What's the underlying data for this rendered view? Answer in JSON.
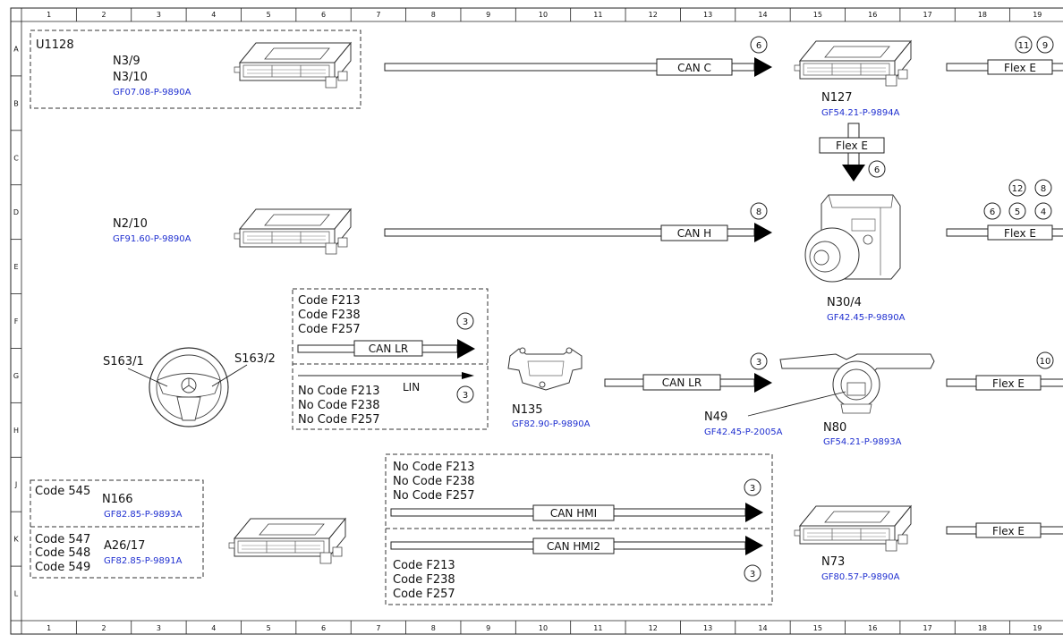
{
  "grid": {
    "columns": [
      "1",
      "2",
      "3",
      "4",
      "5",
      "6",
      "7",
      "8",
      "9",
      "10",
      "11",
      "12",
      "13",
      "14",
      "15",
      "16",
      "17",
      "18",
      "19"
    ],
    "rows": [
      "A",
      "B",
      "C",
      "D",
      "E",
      "F",
      "G",
      "H",
      "J",
      "K",
      "L"
    ]
  },
  "components": {
    "u1128": {
      "label": "U1128",
      "n39": "N3/9",
      "n310": "N3/10",
      "ref": "GF07.08-P-9890A"
    },
    "n210": {
      "label": "N2/10",
      "ref": "GF91.60-P-9890A"
    },
    "n127": {
      "label": "N127",
      "ref": "GF54.21-P-9894A"
    },
    "n304": {
      "label": "N30/4",
      "ref": "GF42.45-P-9890A"
    },
    "s1631": {
      "label": "S163/1"
    },
    "s1632": {
      "label": "S163/2"
    },
    "n135": {
      "label": "N135",
      "ref": "GF82.90-P-9890A"
    },
    "n49": {
      "label": "N49",
      "ref": "GF42.45-P-2005A"
    },
    "n80": {
      "label": "N80",
      "ref": "GF54.21-P-9893A"
    },
    "n166": {
      "code": "Code 545",
      "label": "N166",
      "ref": "GF82.85-P-9893A"
    },
    "a2617": {
      "codes": [
        "Code 547",
        "Code 548",
        "Code 549"
      ],
      "label": "A26/17",
      "ref": "GF82.85-P-9891A"
    },
    "n73": {
      "label": "N73",
      "ref": "GF80.57-P-9890A"
    }
  },
  "conditions": {
    "lr_codes": [
      "Code F213",
      "Code F238",
      "Code F257"
    ],
    "lin_nocodes": [
      "No Code F213",
      "No Code F238",
      "No Code F257"
    ],
    "hmi_nocodes": [
      "No Code F213",
      "No Code F238",
      "No Code F257"
    ],
    "hmi2_codes": [
      "Code F213",
      "Code F238",
      "Code F257"
    ]
  },
  "buses": {
    "can_c": "CAN C",
    "can_h": "CAN H",
    "can_lr_1": "CAN LR",
    "lin": "LIN",
    "can_lr_2": "CAN LR",
    "can_hmi": "CAN HMI",
    "can_hmi2": "CAN HMI2",
    "flex_e_1": "Flex E",
    "flex_e_v": "Flex E",
    "flex_e_2": "Flex E",
    "flex_e_3": "Flex E",
    "flex_e_4": "Flex E"
  },
  "markers": {
    "can_c": "6",
    "flex_e_v": "6",
    "can_h": "8",
    "can_lr_1": "3",
    "lin": "3",
    "can_lr_2": "3",
    "can_hmi": "3",
    "can_hmi2": "3",
    "r1a": "11",
    "r1b": "9",
    "r2a": "12",
    "r2b": "8",
    "r2c": "6",
    "r2d": "5",
    "r2e": "4",
    "r3": "10"
  }
}
